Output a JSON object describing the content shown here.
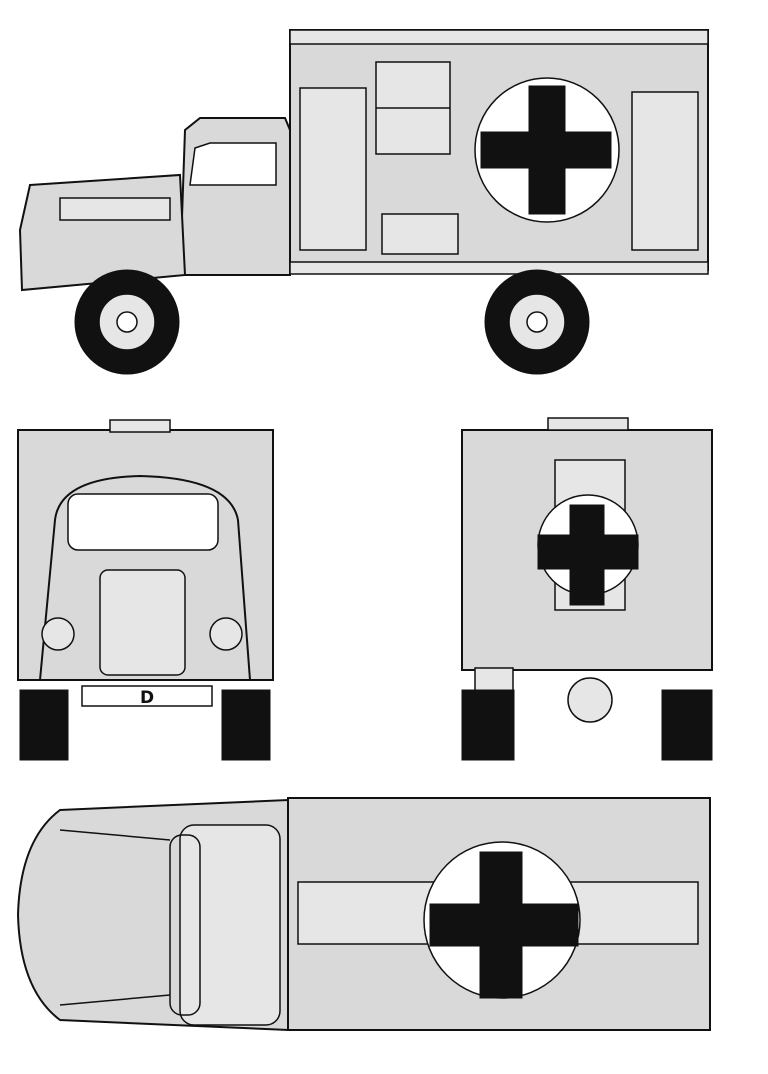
{
  "drawing": {
    "views": [
      "side",
      "front",
      "rear",
      "top"
    ],
    "front_plate": "D",
    "colors": {
      "body": "#d9d9d9",
      "outline": "#111111",
      "cross": "#111111",
      "roundel": "#ffffff"
    }
  }
}
